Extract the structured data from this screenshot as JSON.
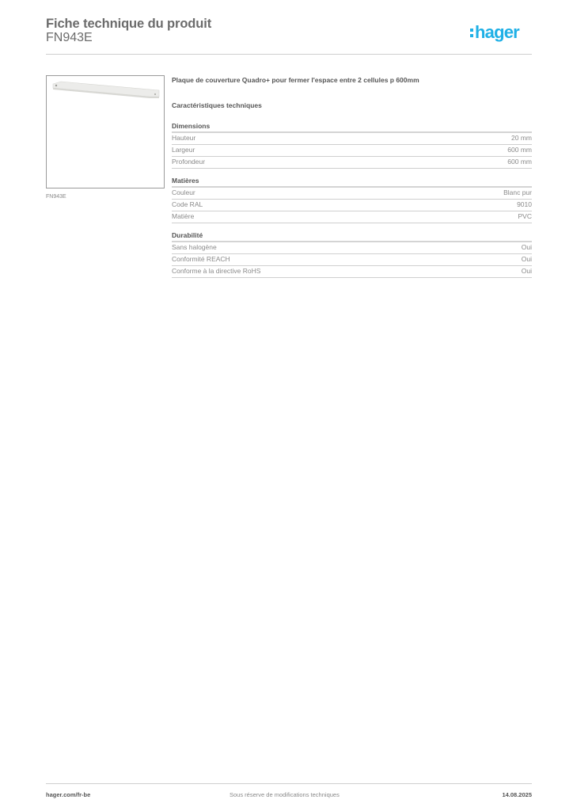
{
  "header": {
    "title": "Fiche technique du produit",
    "reference": "FN943E",
    "logo_text": "hager",
    "logo_color": "#1fb0e6"
  },
  "product": {
    "image_caption": "FN943E",
    "description": "Plaque de couverture Quadro+ pour fermer l'espace entre 2 cellules p 600mm"
  },
  "specs": {
    "title": "Caractéristiques techniques",
    "groups": [
      {
        "title": "Dimensions",
        "rows": [
          {
            "label": "Hauteur",
            "value": "20 mm"
          },
          {
            "label": "Largeur",
            "value": "600 mm"
          },
          {
            "label": "Profondeur",
            "value": "600 mm"
          }
        ]
      },
      {
        "title": "Matières",
        "rows": [
          {
            "label": "Couleur",
            "value": "Blanc pur"
          },
          {
            "label": "Code RAL",
            "value": "9010"
          },
          {
            "label": "Matière",
            "value": "PVC"
          }
        ]
      },
      {
        "title": "Durabilité",
        "rows": [
          {
            "label": "Sans halogène",
            "value": "Oui"
          },
          {
            "label": "Conformité REACH",
            "value": "Oui"
          },
          {
            "label": "Conforme à la directive RoHS",
            "value": "Oui"
          }
        ]
      }
    ]
  },
  "footer": {
    "website": "hager.com/fr-be",
    "disclaimer": "Sous réserve de modifications techniques",
    "date": "14.08.2025"
  }
}
